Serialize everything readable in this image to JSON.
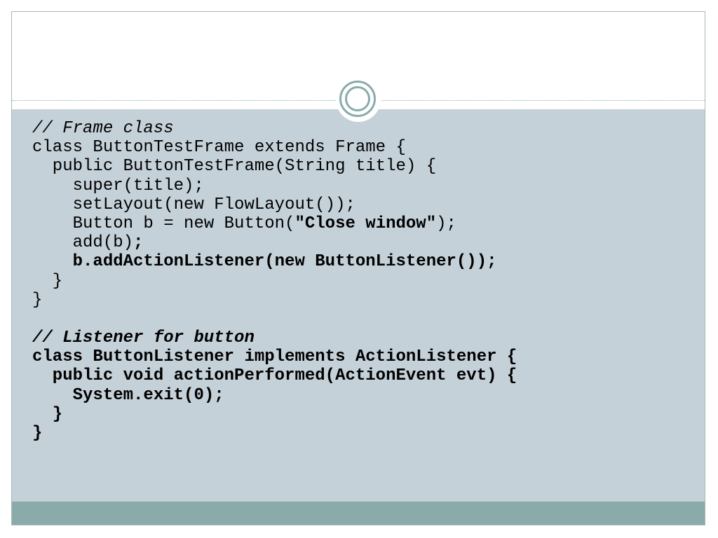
{
  "code_lines": [
    {
      "segments": [
        {
          "text": "// Frame class",
          "style": "i"
        }
      ]
    },
    {
      "segments": [
        {
          "text": "class ButtonTestFrame extends Frame {",
          "style": ""
        }
      ]
    },
    {
      "segments": [
        {
          "text": "  public ButtonTestFrame(String title) {",
          "style": ""
        }
      ]
    },
    {
      "segments": [
        {
          "text": "    super(title);",
          "style": ""
        }
      ]
    },
    {
      "segments": [
        {
          "text": "    setLayout(new FlowLayout());",
          "style": ""
        }
      ]
    },
    {
      "segments": [
        {
          "text": "    Button b = new Button(",
          "style": ""
        },
        {
          "text": "\"Close window\"",
          "style": "b"
        },
        {
          "text": ");",
          "style": ""
        }
      ]
    },
    {
      "segments": [
        {
          "text": "    add(b)",
          "style": ""
        },
        {
          "text": ";",
          "style": "b"
        }
      ]
    },
    {
      "segments": [
        {
          "text": "    b.addActionListener(new ButtonListener());",
          "style": "b"
        }
      ]
    },
    {
      "segments": [
        {
          "text": "  }",
          "style": ""
        }
      ]
    },
    {
      "segments": [
        {
          "text": "}",
          "style": ""
        }
      ]
    },
    {
      "segments": [
        {
          "text": "",
          "style": ""
        }
      ]
    },
    {
      "segments": [
        {
          "text": "// Listener for button",
          "style": "b i"
        }
      ]
    },
    {
      "segments": [
        {
          "text": "class ButtonListener implements ActionListener {",
          "style": "b"
        }
      ]
    },
    {
      "segments": [
        {
          "text": "  public void actionPerformed(ActionEvent evt) {",
          "style": "b"
        }
      ]
    },
    {
      "segments": [
        {
          "text": "    System.exit(0);",
          "style": "b"
        }
      ]
    },
    {
      "segments": [
        {
          "text": "  }",
          "style": "b"
        }
      ]
    },
    {
      "segments": [
        {
          "text": "}",
          "style": "b"
        }
      ]
    }
  ],
  "colors": {
    "content_background": "#c5d1d8",
    "footer_bar": "#8aabaa",
    "accent_ring": "#8aabaa",
    "text": "#000000"
  }
}
